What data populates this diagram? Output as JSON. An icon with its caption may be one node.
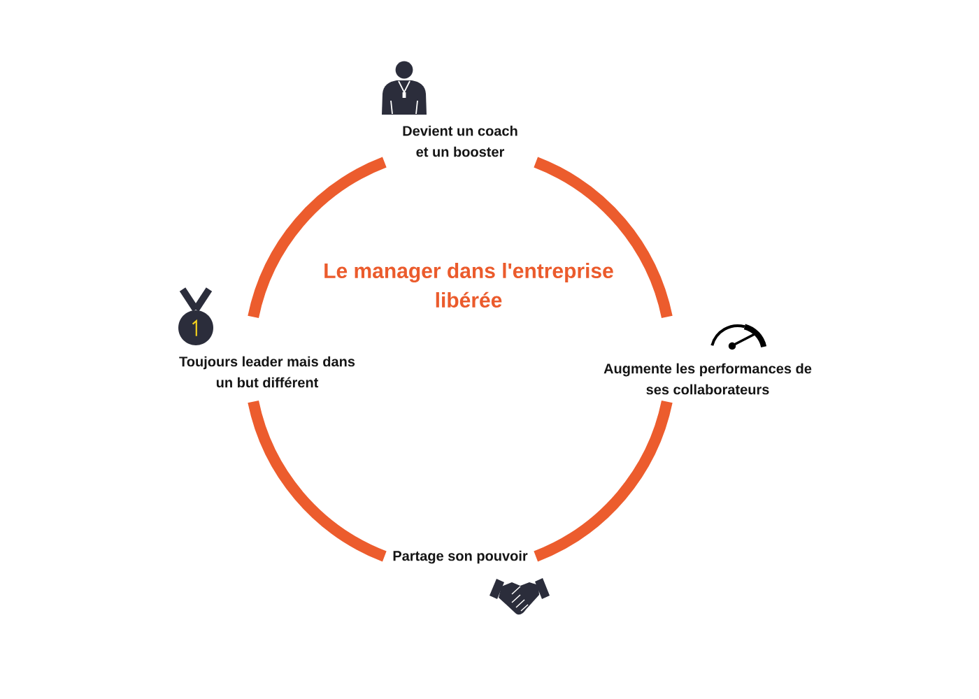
{
  "diagram": {
    "title": "Le manager dans l'entreprise libérée",
    "nodes": [
      {
        "text": [
          "Devient un coach et un booster"
        ]
      },
      {
        "text": [
          "Augmente les performances de ses collaborateurs"
        ]
      },
      {
        "text": [
          "Partage son pouvoir"
        ]
      },
      {
        "text": [
          "Toujours leader mais dans un but différent"
        ]
      }
    ],
    "edges": [
      {
        "from": 0,
        "to": 1,
        "arrow": "none"
      },
      {
        "from": 1,
        "to": 2,
        "arrow": "none"
      },
      {
        "from": 2,
        "to": 3,
        "arrow": "none"
      },
      {
        "from": 3,
        "to": 0,
        "arrow": "none"
      }
    ]
  }
}
